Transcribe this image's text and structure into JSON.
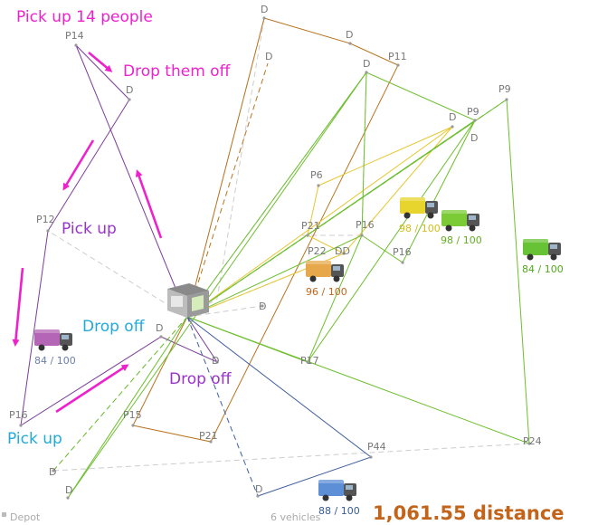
{
  "annotations": {
    "pickup_14": "Pick up 14 people",
    "drop_them_off": "Drop them off",
    "pick_up_mid": "Pick up",
    "drop_off_blue": "Drop off",
    "drop_off_purple": "Drop off",
    "pick_up_blue": "Pick up"
  },
  "nodes": {
    "p14": "P14",
    "p12": "P12",
    "p16_left": "P16",
    "p15": "P15",
    "p21_bottom": "P21",
    "p11": "P11",
    "p9_right": "P9",
    "p9_mid": "P9",
    "p6": "P6",
    "p21_mid": "P21",
    "p22": "P22",
    "p16_mid": "P16",
    "p16_right": "P16",
    "p17": "P17",
    "p44": "P44",
    "p24": "P24",
    "d": "D",
    "dd": "DD"
  },
  "vehicles": [
    {
      "capacity": "84 / 100",
      "color": "#b565b5",
      "label_color": "#6a7fa6"
    },
    {
      "capacity": "96 / 100",
      "color": "#e7a84b",
      "label_color": "#c2651a"
    },
    {
      "capacity": "98 / 100",
      "color": "#e7d42d",
      "label_color": "#d2bd1b"
    },
    {
      "capacity": "98 / 100",
      "color": "#7acb36",
      "label_color": "#64ac22"
    },
    {
      "capacity": "84 / 100",
      "color": "#67c236",
      "label_color": "#52a81e"
    },
    {
      "capacity": "88 / 100",
      "color": "#5c8fd6",
      "label_color": "#375a98"
    }
  ],
  "footer": {
    "depot_label": "Depot",
    "vehicles_label": "6 vehicles",
    "distance": "1,061.55 distance"
  },
  "colors": {
    "annotation_magenta": "#ee22cc",
    "annotation_purple": "#9933cc",
    "annotation_cyan": "#22aadd",
    "route_purple": "#7b3e9b",
    "route_orange": "#b8731f",
    "route_yellow": "#e6c62e",
    "route_green": "#6cbf2d",
    "route_blue": "#3e5ea0",
    "route_gray": "#cccccc"
  }
}
